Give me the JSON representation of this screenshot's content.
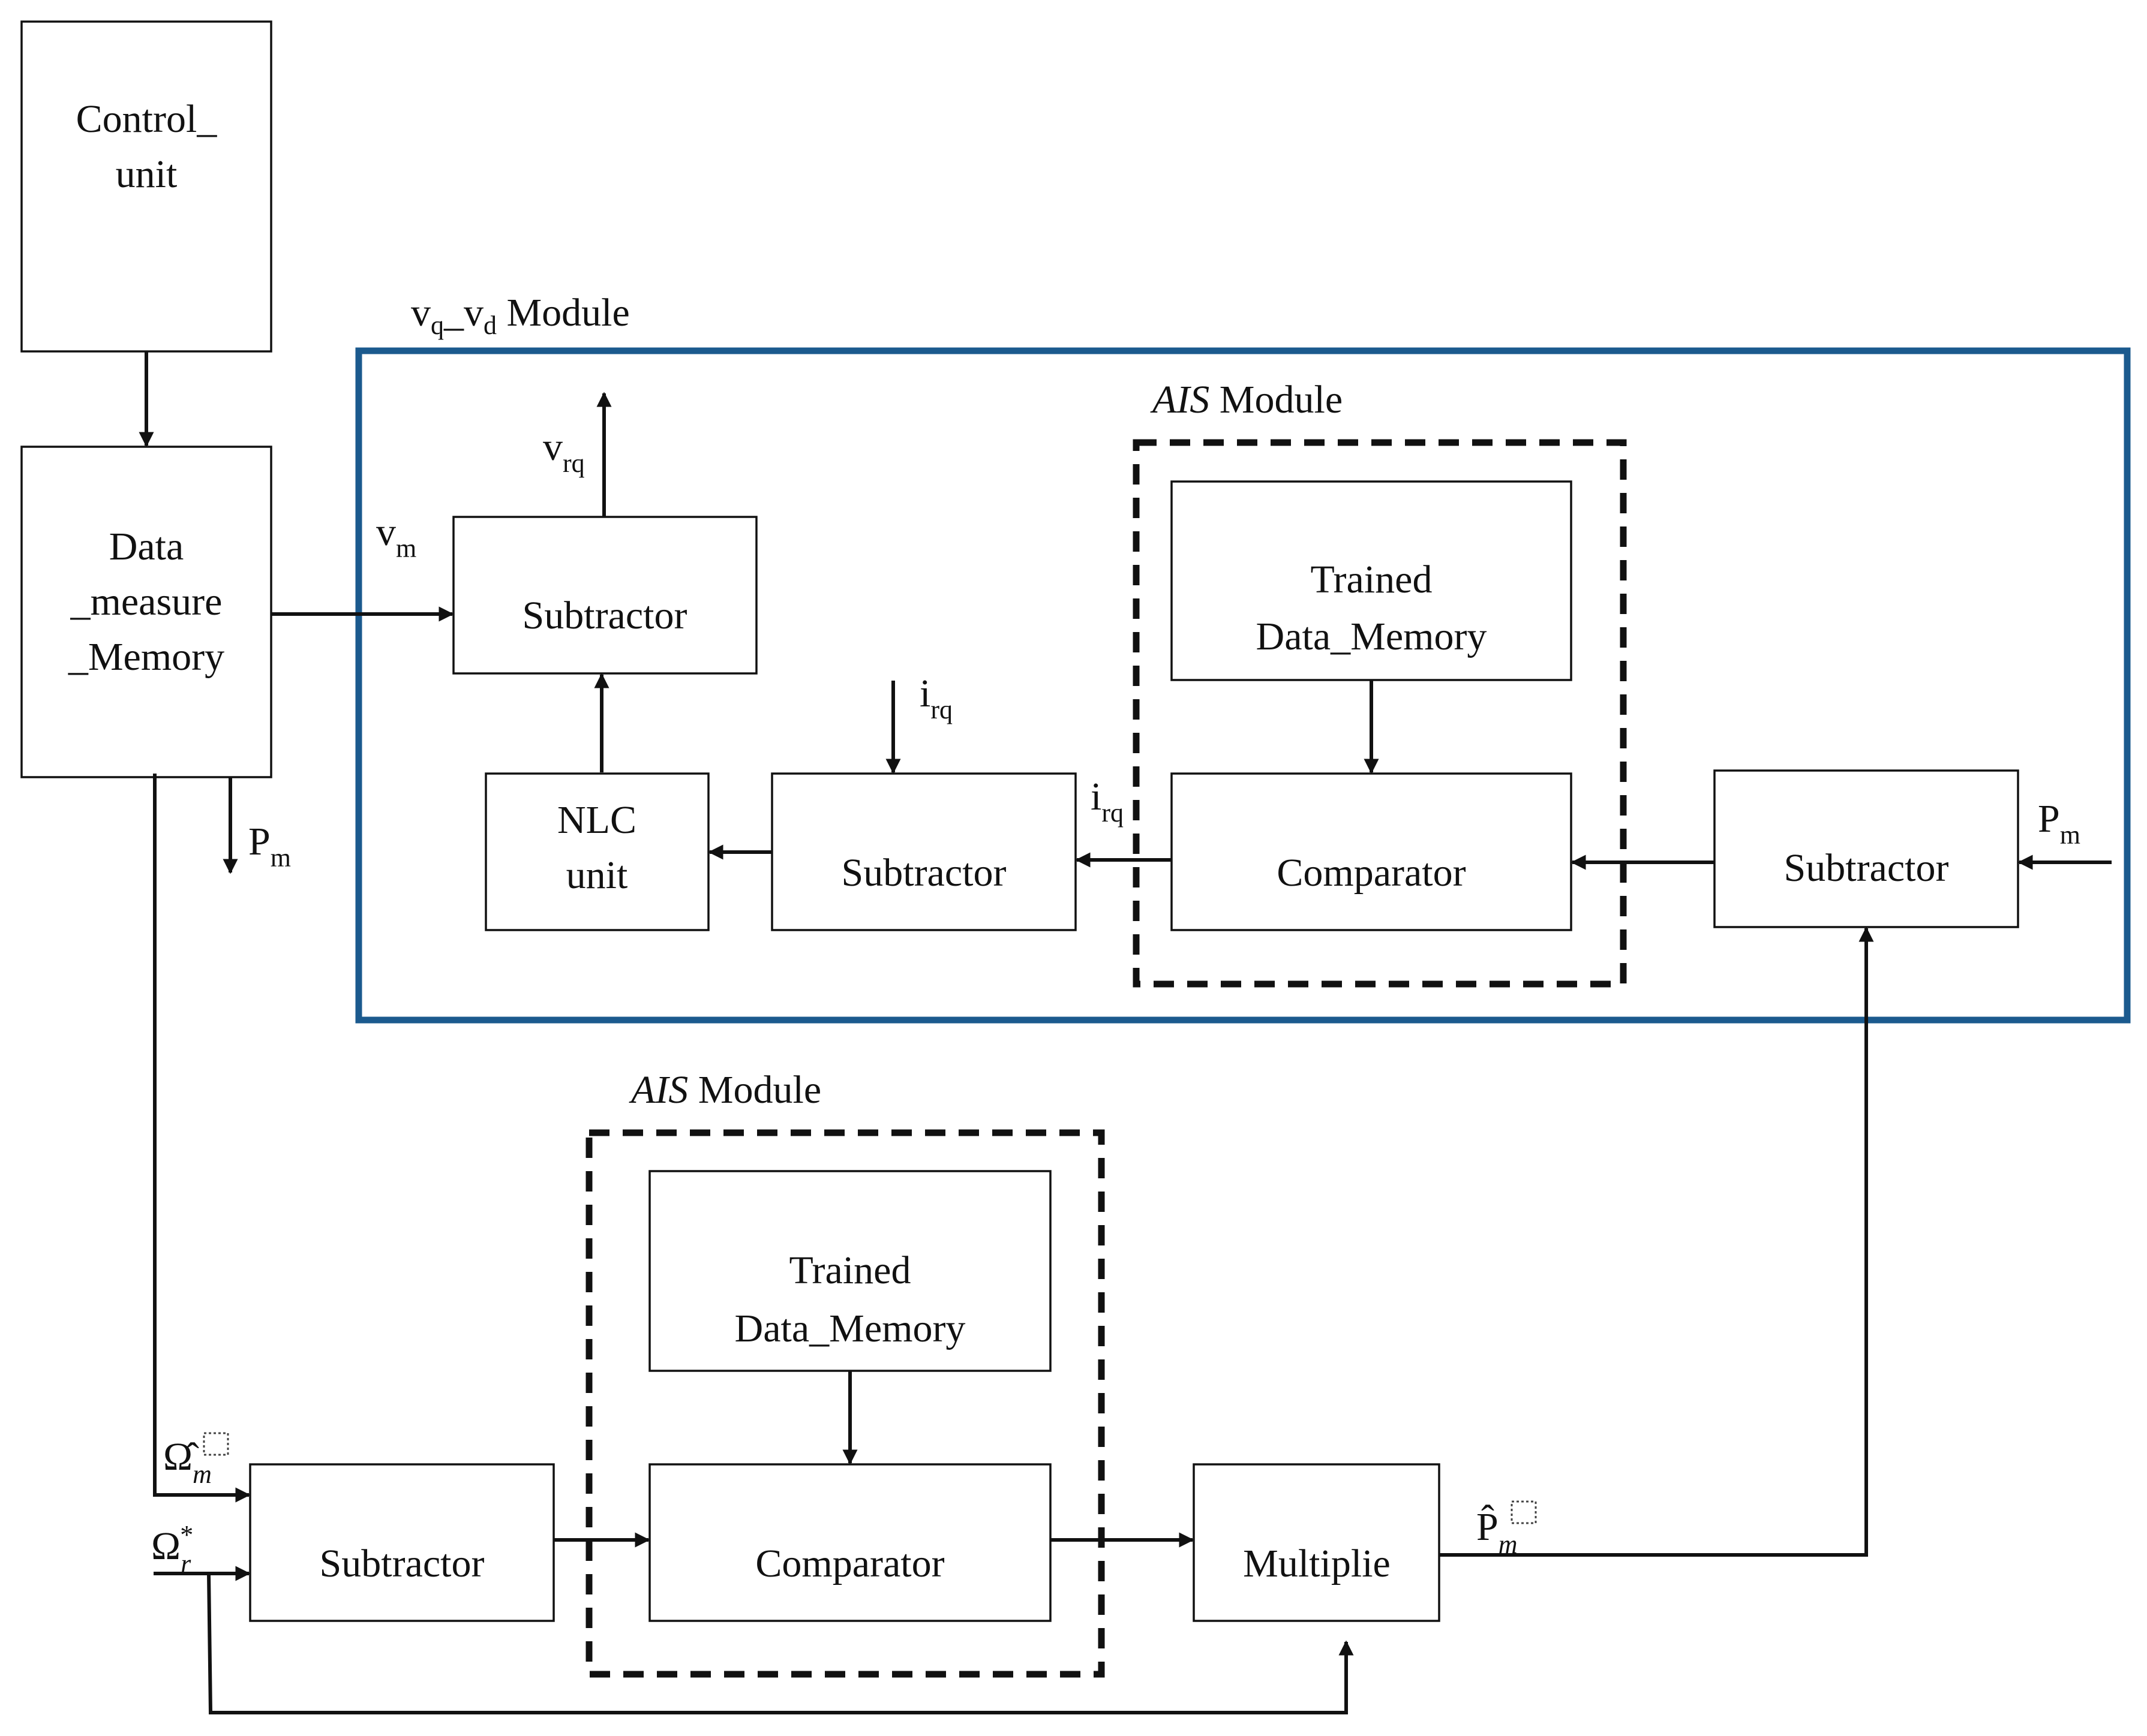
{
  "blocks": {
    "control_unit": {
      "line1": "Control_",
      "line2": "unit"
    },
    "data_measure_memory": {
      "line1": "Data",
      "line2": "_measure",
      "line3": "_Memory"
    },
    "vq_vd_module": {
      "title_v1": "v",
      "title_q": "q",
      "title_sep": "_v",
      "title_d": "d",
      "title_rest": " Module"
    },
    "ais_top": {
      "title_ais": "AIS",
      "title_rest": " Module"
    },
    "ais_bottom": {
      "title_ais": "AIS",
      "title_rest": " Module"
    },
    "subtractor_top": "Subtractor",
    "subtractor_mid": "Subtractor",
    "subtractor_right": "Subtractor",
    "subtractor_bottom": "Subtractor",
    "nlc_unit": {
      "line1": "NLC",
      "line2": "unit"
    },
    "trained_top": {
      "line1": "Trained",
      "line2": "Data_Memory"
    },
    "trained_bottom": {
      "line1": "Trained",
      "line2": "Data_Memory"
    },
    "comparator_top": "Comparator",
    "comparator_bottom": "Comparator",
    "multiplier": "Multiplie"
  },
  "signals": {
    "vm": {
      "base": "v",
      "sub": "m"
    },
    "vrq": {
      "base": "v",
      "sub": "rq"
    },
    "irq_in": {
      "base": "i",
      "sub": "rq"
    },
    "irq_out": {
      "base": "i",
      "sub": "rq"
    },
    "pm_out": {
      "base": "P",
      "sub": "m"
    },
    "pm_in": {
      "base": "P",
      "sub": "m"
    },
    "omega_m_hat": {
      "base": "Ω̂",
      "sub": "m"
    },
    "omega_r_star": {
      "base": "Ω",
      "sub": "r",
      "sup": "*"
    },
    "pm_hat": {
      "base": "P̂",
      "sub": "m"
    }
  },
  "colors": {
    "module_border": "#1b5a8e",
    "lines": "#111111"
  }
}
